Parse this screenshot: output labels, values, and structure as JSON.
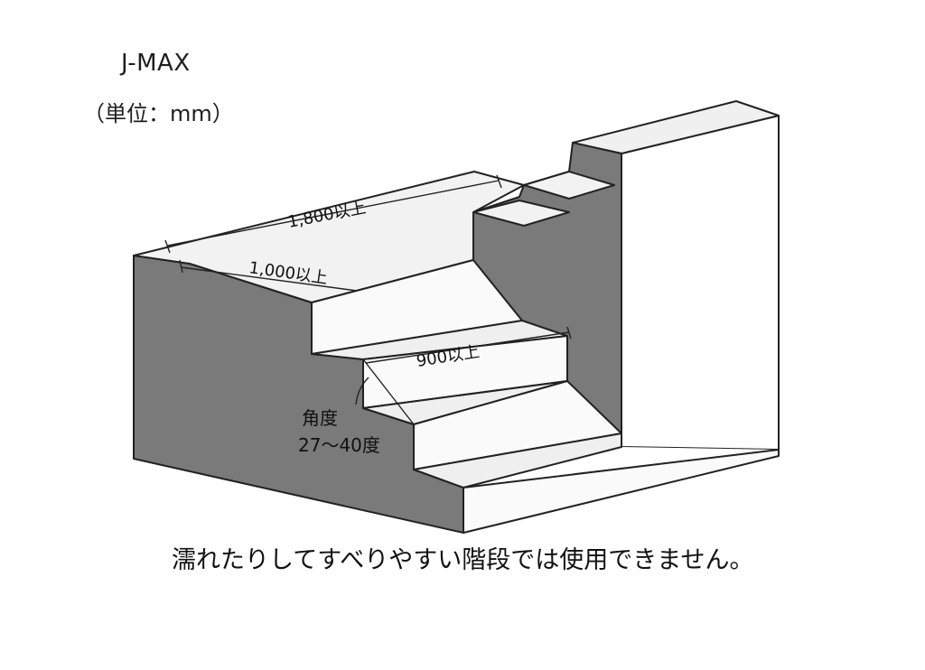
{
  "header": {
    "product_name": "J-MAX",
    "unit_note": "（単位：mm）"
  },
  "diagram": {
    "dimensions": {
      "upper_width": "1,800以上",
      "lower_width": "1,000以上",
      "landing_depth": "900以上"
    },
    "angle": {
      "label": "角度",
      "range": "27～40度"
    }
  },
  "caption": "濡れたりしてすべりやすい階段では使用できません。",
  "colors": {
    "side_face": "#7a7a7a",
    "top_face": "#f2f2f2",
    "front_face": "#ffffff",
    "edge": "#222222"
  }
}
